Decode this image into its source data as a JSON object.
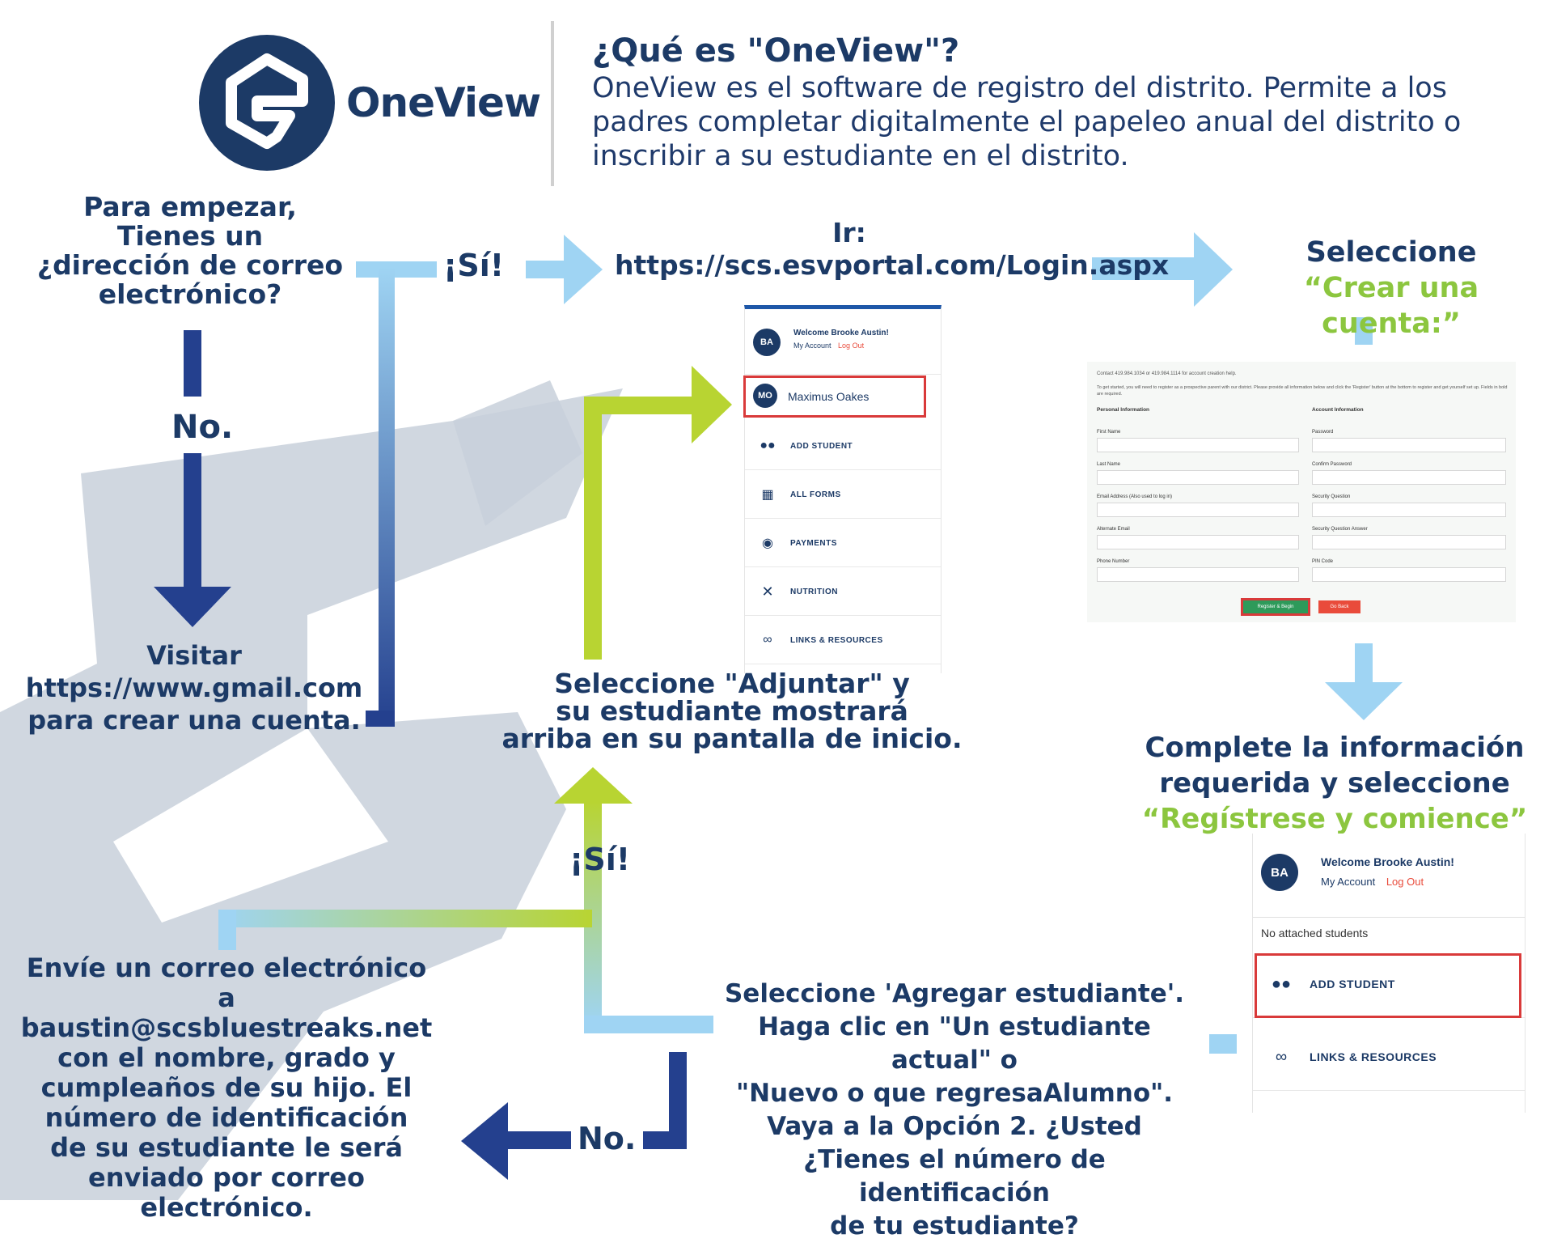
{
  "header": {
    "logo_text": "OneView",
    "title": "¿Qué es \"OneView\"?",
    "description": "OneView es el software de registro del distrito. Permite a los padres completar digitalmente el papeleo anual del distrito o inscribir a su estudiante en el distrito."
  },
  "flow": {
    "q_email": [
      "Para empezar,",
      "Tienes un",
      "¿dirección de correo",
      "electrónico?"
    ],
    "yes_1": "¡Sí!",
    "no_1": "No.",
    "gmail": [
      "Visitar",
      "https://www.gmail.com",
      "para crear una cuenta."
    ],
    "go_label": "Ir:",
    "go_url": "https://scs.esvportal.com/Login.aspx",
    "select_create_1": "Seleccione",
    "select_create_2": "“Crear una cuenta:”",
    "attach": [
      "Seleccione \"Adjuntar\" y",
      "su estudiante mostrará",
      "arriba en su pantalla de inicio."
    ],
    "complete": [
      "Complete la información",
      "requerida y seleccione"
    ],
    "complete_green": "“Regístrese y comience”",
    "yes_2": "¡Sí!",
    "no_2": "No.",
    "email_instr": [
      "Envíe un correo electrónico",
      "a baustin@scsbluestreaks.net",
      "con el nombre, grado y",
      "cumpleaños de su hijo. El",
      "número de identificación",
      "de su estudiante le será",
      "enviado por correo",
      "electrónico."
    ],
    "add_student": [
      "Seleccione 'Agregar estudiante'.",
      "Haga clic en \"Un estudiante actual\" o",
      "\"Nuevo o que regresaAlumno\".",
      "Vaya a la Opción 2. ¿Usted",
      "¿Tienes el número de identificación",
      "de tu estudiante?"
    ]
  },
  "portal_1": {
    "avatar": "BA",
    "welcome": "Welcome Brooke Austin!",
    "my_account": "My Account",
    "log_out": "Log Out",
    "student_avatar": "MO",
    "student_name": "Maximus Oakes",
    "menu": [
      {
        "icon": "users-icon",
        "label": "ADD STUDENT"
      },
      {
        "icon": "clipboard-icon",
        "label": "ALL FORMS"
      },
      {
        "icon": "dollar-icon",
        "label": "PAYMENTS"
      },
      {
        "icon": "utensils-icon",
        "label": "NUTRITION"
      },
      {
        "icon": "link-icon",
        "label": "LINKS & RESOURCES"
      }
    ]
  },
  "portal_2": {
    "avatar": "BA",
    "welcome": "Welcome Brooke Austin!",
    "my_account": "My Account",
    "log_out": "Log Out",
    "no_students": "No attached students",
    "menu": [
      {
        "icon": "users-icon",
        "label": "ADD STUDENT"
      },
      {
        "icon": "link-icon",
        "label": "LINKS & RESOURCES"
      }
    ]
  },
  "form": {
    "contact": "Contact 419.984.1034 or 419.984.1114 for account creation help.",
    "intro": "To get started, you will need to register as a prospective parent with our district. Please provide all information below and click the 'Register' button at the bottom to register and get yourself set up. Fields in bold are required.",
    "personal_header": "Personal Information",
    "account_header": "Account Information",
    "left_fields": [
      "First Name",
      "Last Name",
      "Email Address (Also used to log in)",
      "Alternate Email",
      "Phone Number"
    ],
    "right_fields": [
      "Password",
      "Confirm Password",
      "Security Question",
      "Security Question Answer",
      "PIN Code"
    ],
    "register_btn": "Register & Begin",
    "back_btn": "Go Back"
  },
  "colors": {
    "navy": "#1c3a66",
    "arrow_dark": "#24408e",
    "arrow_light": "#9fd4f3",
    "green": "#8cc63f",
    "lime": "#b8d432",
    "highlight_red": "#d93a3a"
  }
}
